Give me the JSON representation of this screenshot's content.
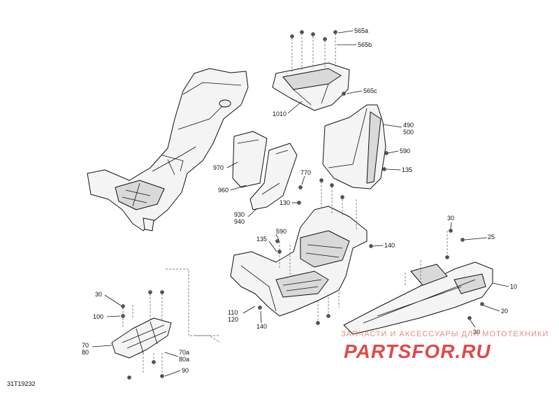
{
  "diagram": {
    "figure_code": "31T19232",
    "callouts": {
      "c565a": "565a",
      "c565b": "565b",
      "c565c": "565c",
      "c1010": "1010",
      "c490": "490",
      "c500": "500",
      "c590a": "590",
      "c135a": "135",
      "c970": "970",
      "c960": "960",
      "c770": "770",
      "c130": "130",
      "c930": "930",
      "c940": "940",
      "c590b": "590",
      "c135b": "135",
      "c140a": "140",
      "c110": "110",
      "c120": "120",
      "c140b": "140",
      "c30a": "30",
      "c25": "25",
      "c10": "10",
      "c20": "20",
      "c30b": "30",
      "c30c": "30",
      "c100": "100",
      "c70": "70",
      "c80": "80",
      "c70a": "70a",
      "c80a": "80a",
      "c90": "90"
    }
  },
  "watermark": {
    "tagline": "ЗАПЧАСТИ И АКСЕССУАРЫ ДЛЯ МОТОТЕХНИКИ",
    "brand": "PARTSFOR.RU"
  }
}
